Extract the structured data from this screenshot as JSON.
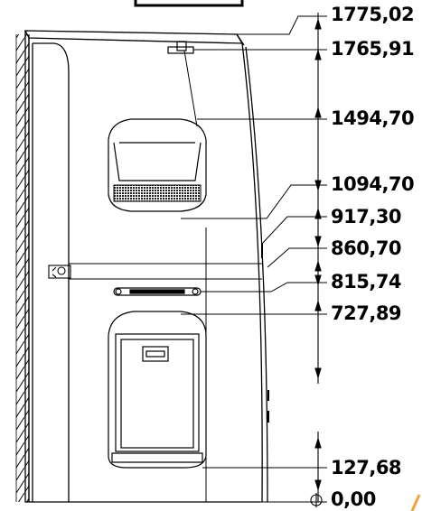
{
  "elevation_labels": [
    {
      "id": "top",
      "text": "1775,02"
    },
    {
      "id": "roof",
      "text": "1765,91"
    },
    {
      "id": "upper-compartment-top",
      "text": "1494,70"
    },
    {
      "id": "upper-compartment-bottom",
      "text": "1094,70"
    },
    {
      "id": "shelf-upper",
      "text": "917,30"
    },
    {
      "id": "shelf-mid",
      "text": "860,70"
    },
    {
      "id": "handle",
      "text": "815,74"
    },
    {
      "id": "lower-compartment-top",
      "text": "727,89"
    },
    {
      "id": "lower-compartment-bottom",
      "text": "127,68"
    },
    {
      "id": "ground",
      "text": "0,00"
    }
  ],
  "colors": {
    "line": "#000000",
    "accent": "#f2a23a",
    "grid_dark": "#333333"
  }
}
